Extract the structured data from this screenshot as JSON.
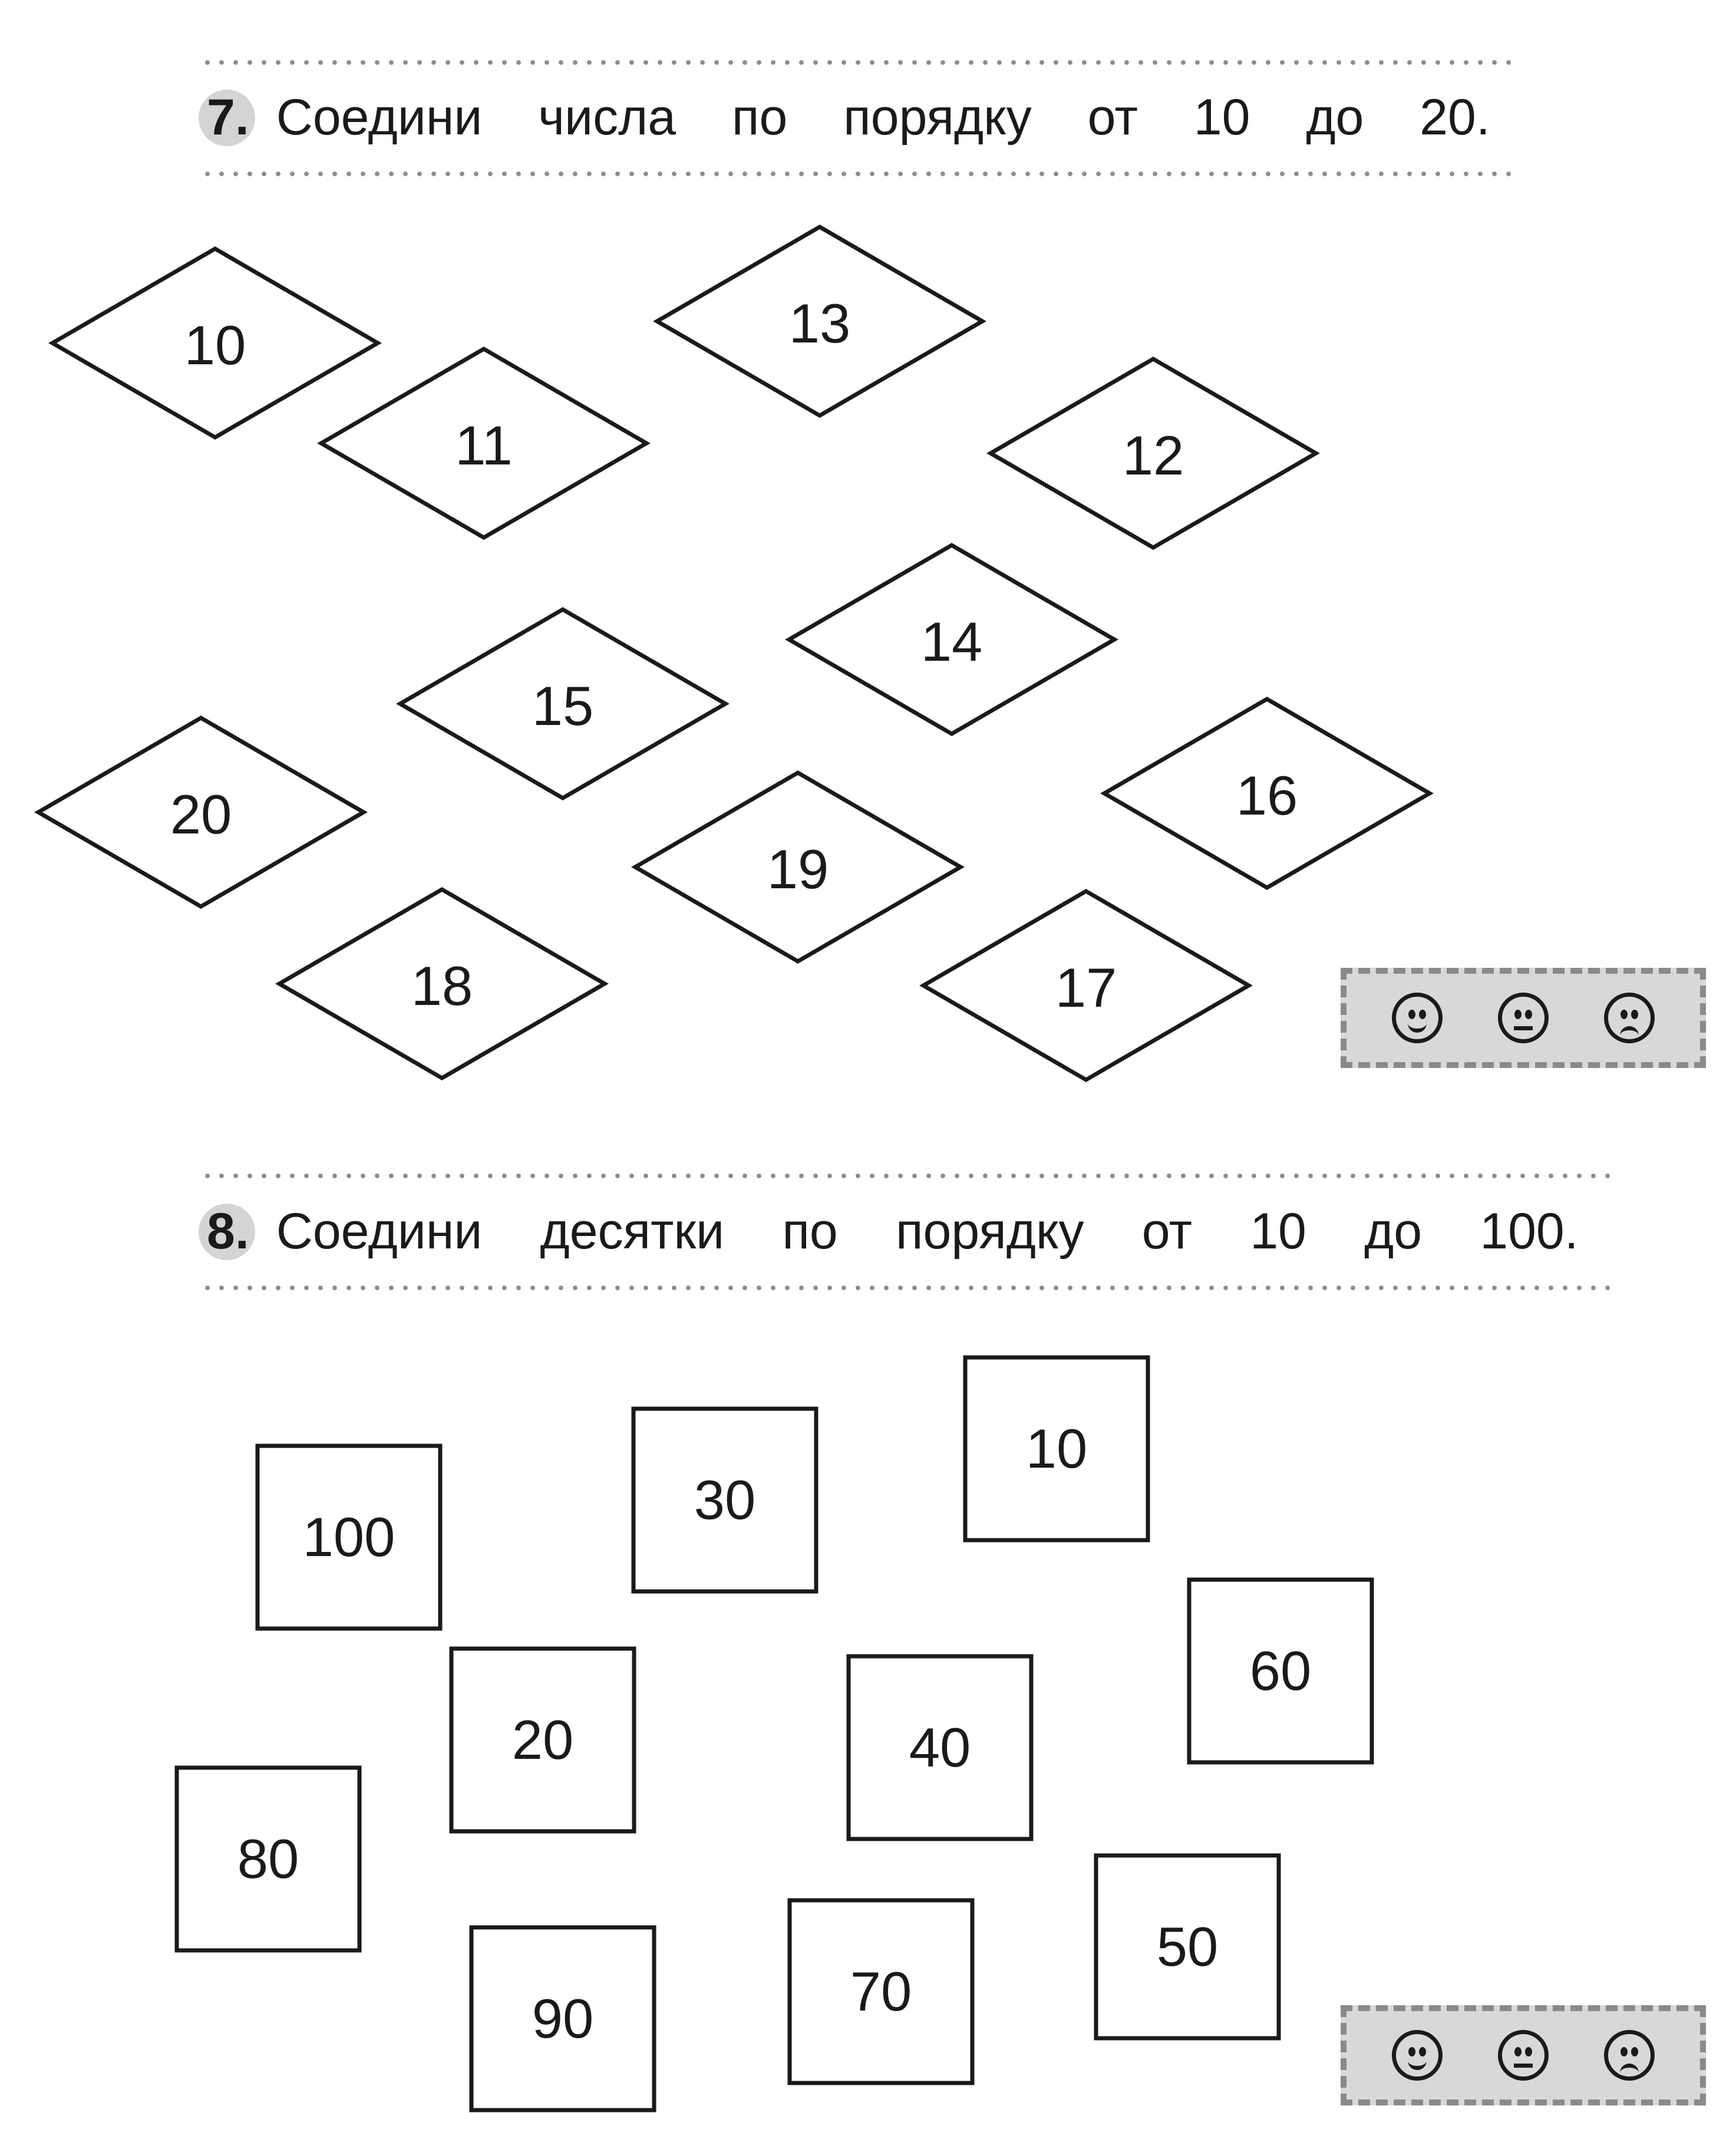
{
  "task7": {
    "number": "7.",
    "words": [
      "Соедини",
      "числа",
      "по",
      "порядку",
      "от",
      "10",
      "до",
      "20."
    ],
    "diamonds": [
      "10",
      "11",
      "12",
      "13",
      "14",
      "15",
      "16",
      "17",
      "18",
      "19",
      "20"
    ]
  },
  "task8": {
    "number": "8.",
    "words": [
      "Соедини",
      "десятки",
      "по",
      "порядку",
      "от",
      "10",
      "до",
      "100."
    ],
    "squares": [
      "10",
      "20",
      "30",
      "40",
      "50",
      "60",
      "70",
      "80",
      "90",
      "100"
    ]
  },
  "self_assessment": {
    "faces": [
      "smiley-icon",
      "neutral-face-icon",
      "sad-face-icon"
    ]
  },
  "colors": {
    "ink": "#1a1a1a",
    "dots": "#8c8c8c",
    "rating_fill": "#d8d8d8",
    "rating_border": "#8a8a8a"
  }
}
